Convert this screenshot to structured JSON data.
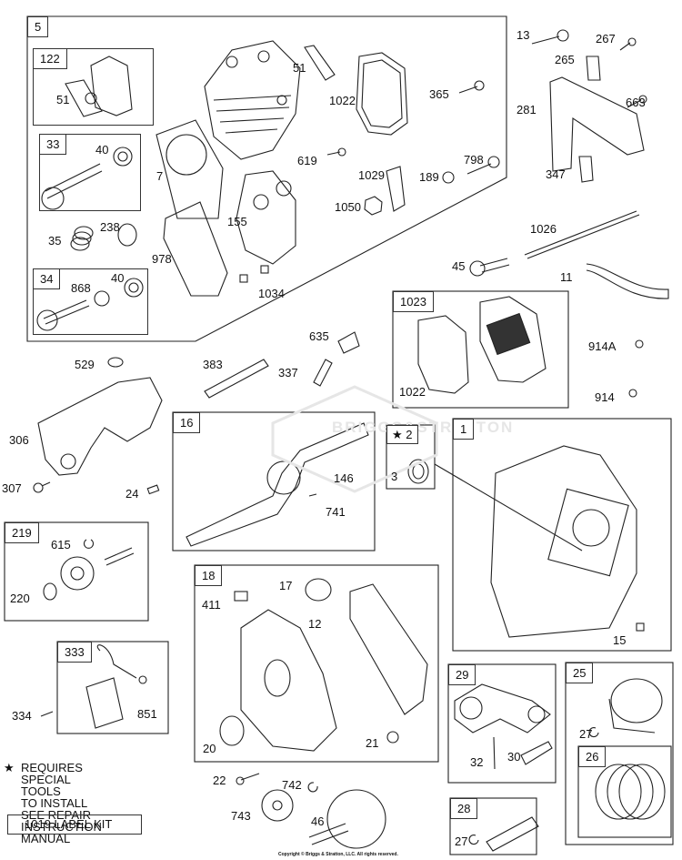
{
  "diagram": {
    "title": "Engine parts exploded view",
    "watermark": "BRIGGS&STRATTON",
    "copyright": "Copyright © Briggs & Stratton, LLC. All rights reserved.",
    "note": {
      "star_icon": "★",
      "lines": [
        "REQUIRES SPECIAL TOOLS",
        "TO INSTALL   SEE REPAIR",
        "INSTRUCTION MANUAL"
      ]
    },
    "label_kit": "1019 LABEL KIT",
    "groups": {
      "g5": "5",
      "g122": "122",
      "g33": "33",
      "g34": "34",
      "g1023": "1023",
      "g16": "16",
      "g2": "2",
      "g1": "1",
      "g219": "219",
      "g18": "18",
      "g333": "333",
      "g29": "29",
      "g25": "25",
      "g26": "26",
      "g28": "28"
    },
    "parts": {
      "p51a": "51",
      "p51b": "51",
      "p1022a": "1022",
      "p365": "365",
      "p40a": "40",
      "p7": "7",
      "p619": "619",
      "p798": "798",
      "p1029": "1029",
      "p189": "189",
      "p1050": "1050",
      "p155": "155",
      "p238": "238",
      "p35": "35",
      "p978": "978",
      "p868": "868",
      "p40b": "40",
      "p1034": "1034",
      "p13": "13",
      "p267": "267",
      "p265": "265",
      "p281": "281",
      "p663": "663",
      "p347": "347",
      "p1026": "1026",
      "p45": "45",
      "p11": "11",
      "p1022b": "1022",
      "p914A": "914A",
      "p914": "914",
      "p635": "635",
      "p529": "529",
      "p383": "383",
      "p337": "337",
      "p306": "306",
      "p307": "307",
      "p24": "24",
      "p146": "146",
      "p741": "741",
      "p3": "3",
      "p15": "15",
      "p615": "615",
      "p220": "220",
      "p411": "411",
      "p17": "17",
      "p12": "12",
      "p20": "20",
      "p21": "21",
      "p334": "334",
      "p851": "851",
      "p32": "32",
      "p30": "30",
      "p27a": "27",
      "p27b": "27",
      "p22": "22",
      "p742": "742",
      "p743": "743",
      "p46": "46"
    }
  }
}
